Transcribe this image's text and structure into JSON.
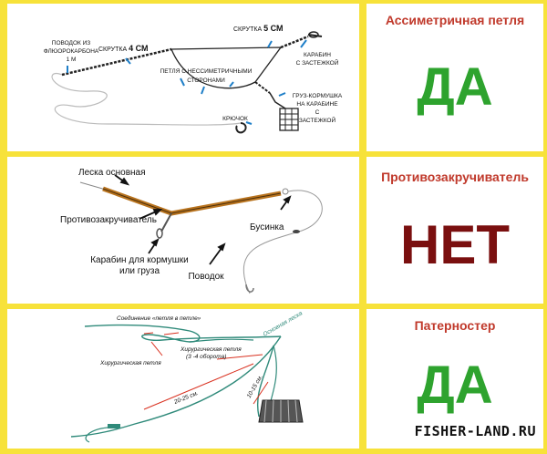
{
  "panel1": {
    "leader_label": "ПОВОДОК ИЗ ФЛЮОРОКАРБОНА 1 М",
    "leader_line1": "ПОВОДОК ИЗ",
    "leader_line2": "ФЛЮОРОКАРБОНА",
    "leader_line3": "1 М",
    "twist_left": "СКРУТКА 4 СМ",
    "twist_left_text": "СКРУТКА ",
    "twist_left_num": "4 СМ",
    "twist_right_text": "СКРУТКА ",
    "twist_right_num": "5 СМ",
    "loop_line1": "ПЕТЛЯ С НЕССИМЕТРИЧНЫМИ",
    "loop_line2": "СТОРОНАМИ",
    "carabiner_line1": "КАРАБИН",
    "carabiner_line2": "С ЗАСТЕЖКОЙ",
    "feeder_line1": "ГРУЗ-КОРМУШКА",
    "feeder_line2": "НА КАРАБИНЕ",
    "feeder_line3": "С",
    "feeder_line4": "ЗАСТЕЖКОЙ",
    "hook_label": "КРЮЧОК"
  },
  "panel2": {
    "main_line": "Леска основная",
    "swivel": "Противозакручиватель",
    "bead": "Бусинка",
    "carabiner_line1": "Карабин для кормушки",
    "carabiner_line2": "или груза",
    "leader": "Поводок"
  },
  "panel3": {
    "loop_to_loop": "Соединение «петля в петле»",
    "surgeon_loop_left": "Хирургическая петля",
    "surgeon_loop_line1": "Хирургическая петля",
    "surgeon_loop_line2": "(3 -4 оборота)",
    "main_line": "Основная леска",
    "dist1": "20-25 см.",
    "dist2": "10-15 см."
  },
  "side": {
    "heading1": "Ассиметричная петля",
    "answer1": "ДА",
    "heading2": "Противозакручиватель",
    "answer2": "НЕТ",
    "heading3": "Патерностер",
    "answer3": "ДА"
  },
  "watermark": "FISHER-LAND.RU",
  "colors": {
    "background": "#f7e23a",
    "yes": "#2ea32e",
    "no": "#7a0f0f",
    "heading": "#c0392b",
    "swivel_bar": "#b8731e",
    "rig_line": "#3a8a8a"
  }
}
